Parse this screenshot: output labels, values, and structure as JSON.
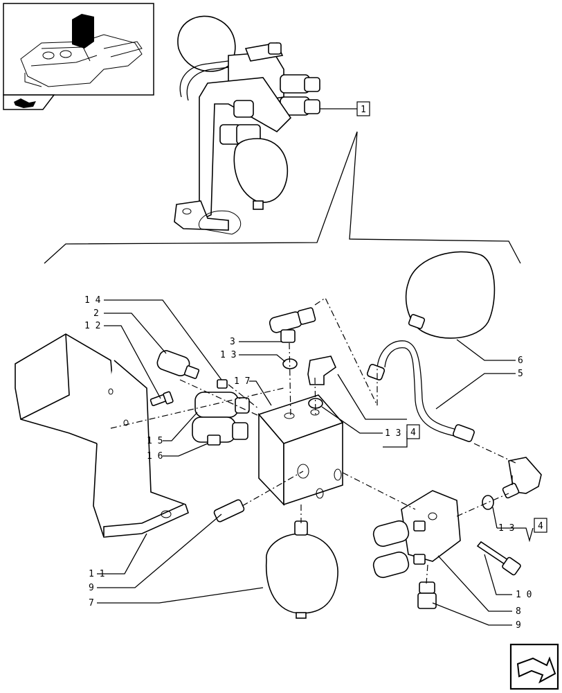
{
  "callouts": {
    "ref_top": "1",
    "ref_4_upper": "4",
    "ref_4_lower": "4",
    "l14": "1 4",
    "l2": "2",
    "l12": "1 2",
    "l3": "3",
    "l13a": "1 3",
    "l17": "1 7",
    "l6": "6",
    "l5": "5",
    "l15": "1 5",
    "l16": "1 6",
    "l13b": "1 3",
    "l13c": "1 3",
    "l11": "1 1",
    "l9a": "9",
    "l7": "7",
    "l10": "1 0",
    "l8": "8",
    "l9b": "9"
  }
}
